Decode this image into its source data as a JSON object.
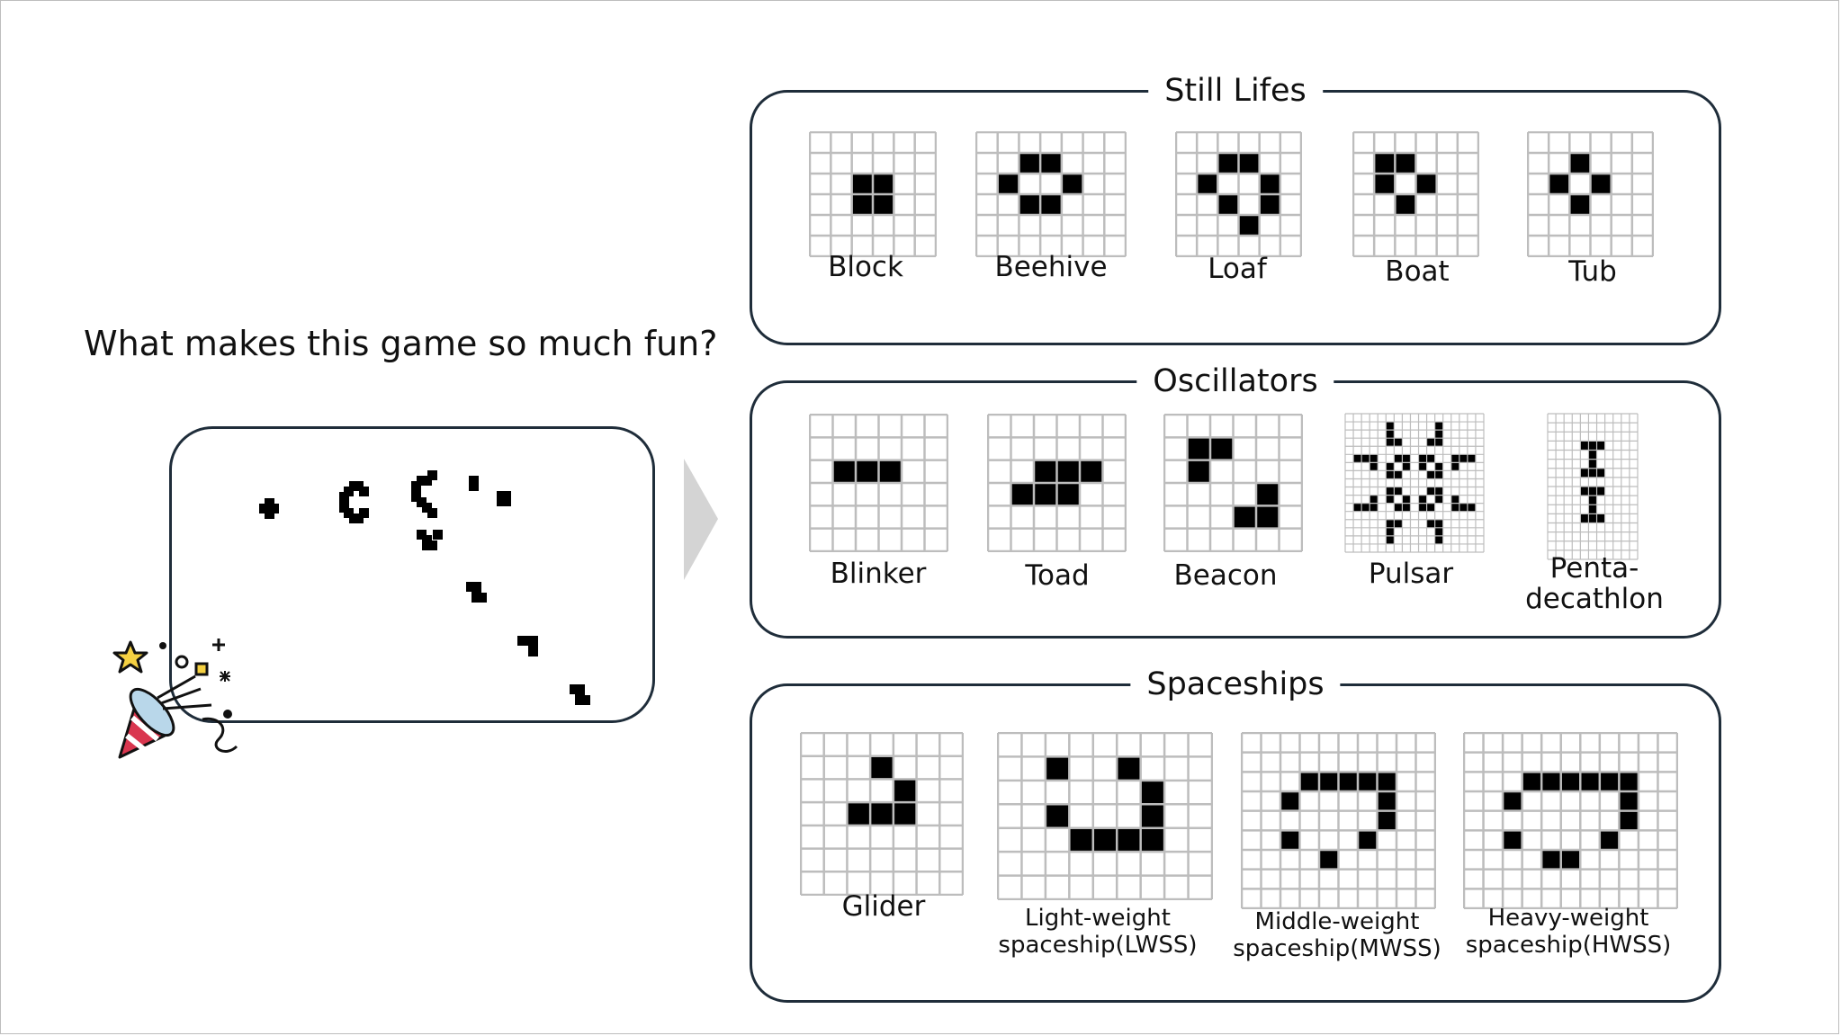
{
  "question": "What makes this game so much fun?",
  "icons": {
    "arrow": "chevron-right-arrow",
    "popper": "party-popper-icon"
  },
  "colors": {
    "border": "#1f2d3a",
    "grid_line": "#bdbdbd",
    "cell_alive": "#000000",
    "arrow": "#d4d4d4",
    "popper_red": "#d9364f",
    "popper_yellow": "#f5d142"
  },
  "categories": [
    {
      "id": "still-lifes",
      "title": "Still Lifes",
      "patterns": [
        {
          "id": "block",
          "label": "Block",
          "rows": 6,
          "cols": 6,
          "cells": [
            [
              2,
              2
            ],
            [
              2,
              3
            ],
            [
              3,
              2
            ],
            [
              3,
              3
            ]
          ]
        },
        {
          "id": "beehive",
          "label": "Beehive",
          "rows": 6,
          "cols": 7,
          "cells": [
            [
              1,
              2
            ],
            [
              1,
              3
            ],
            [
              2,
              1
            ],
            [
              2,
              4
            ],
            [
              3,
              2
            ],
            [
              3,
              3
            ]
          ]
        },
        {
          "id": "loaf",
          "label": "Loaf",
          "rows": 6,
          "cols": 6,
          "cells": [
            [
              1,
              2
            ],
            [
              1,
              3
            ],
            [
              2,
              1
            ],
            [
              2,
              4
            ],
            [
              3,
              2
            ],
            [
              3,
              4
            ],
            [
              4,
              3
            ]
          ]
        },
        {
          "id": "boat",
          "label": "Boat",
          "rows": 6,
          "cols": 6,
          "cells": [
            [
              1,
              1
            ],
            [
              1,
              2
            ],
            [
              2,
              1
            ],
            [
              2,
              3
            ],
            [
              3,
              2
            ]
          ]
        },
        {
          "id": "tub",
          "label": "Tub",
          "rows": 6,
          "cols": 6,
          "cells": [
            [
              1,
              2
            ],
            [
              2,
              1
            ],
            [
              2,
              3
            ],
            [
              3,
              2
            ]
          ]
        }
      ]
    },
    {
      "id": "oscillators",
      "title": "Oscillators",
      "patterns": [
        {
          "id": "blinker",
          "label": "Blinker",
          "rows": 6,
          "cols": 6,
          "cells": [
            [
              2,
              1
            ],
            [
              2,
              2
            ],
            [
              2,
              3
            ]
          ]
        },
        {
          "id": "toad",
          "label": "Toad",
          "rows": 6,
          "cols": 6,
          "cells": [
            [
              2,
              2
            ],
            [
              2,
              3
            ],
            [
              2,
              4
            ],
            [
              3,
              1
            ],
            [
              3,
              2
            ],
            [
              3,
              3
            ]
          ]
        },
        {
          "id": "beacon",
          "label": "Beacon",
          "rows": 6,
          "cols": 6,
          "cells": [
            [
              1,
              1
            ],
            [
              1,
              2
            ],
            [
              2,
              1
            ],
            [
              3,
              4
            ],
            [
              4,
              3
            ],
            [
              4,
              4
            ]
          ]
        },
        {
          "id": "pulsar",
          "label": "Pulsar",
          "rows": 17,
          "cols": 17,
          "cells": [
            [
              1,
              5
            ],
            [
              2,
              5
            ],
            [
              3,
              5
            ],
            [
              3,
              6
            ],
            [
              1,
              11
            ],
            [
              2,
              11
            ],
            [
              3,
              11
            ],
            [
              3,
              10
            ],
            [
              5,
              1
            ],
            [
              5,
              2
            ],
            [
              5,
              3
            ],
            [
              6,
              3
            ],
            [
              5,
              6
            ],
            [
              5,
              7
            ],
            [
              6,
              5
            ],
            [
              6,
              7
            ],
            [
              7,
              5
            ],
            [
              7,
              6
            ],
            [
              5,
              9
            ],
            [
              5,
              10
            ],
            [
              6,
              9
            ],
            [
              6,
              11
            ],
            [
              7,
              10
            ],
            [
              7,
              11
            ],
            [
              5,
              13
            ],
            [
              5,
              14
            ],
            [
              5,
              15
            ],
            [
              6,
              13
            ],
            [
              9,
              5
            ],
            [
              9,
              6
            ],
            [
              10,
              5
            ],
            [
              10,
              7
            ],
            [
              11,
              6
            ],
            [
              11,
              7
            ],
            [
              9,
              10
            ],
            [
              9,
              11
            ],
            [
              10,
              9
            ],
            [
              10,
              11
            ],
            [
              11,
              9
            ],
            [
              11,
              10
            ],
            [
              10,
              3
            ],
            [
              11,
              1
            ],
            [
              11,
              2
            ],
            [
              11,
              3
            ],
            [
              10,
              13
            ],
            [
              11,
              13
            ],
            [
              11,
              14
            ],
            [
              11,
              15
            ],
            [
              13,
              5
            ],
            [
              13,
              6
            ],
            [
              14,
              5
            ],
            [
              15,
              5
            ],
            [
              13,
              10
            ],
            [
              13,
              11
            ],
            [
              14,
              11
            ],
            [
              15,
              11
            ]
          ]
        },
        {
          "id": "pentadecathlon",
          "label": "Penta-\ndecathlon",
          "rows": 16,
          "cols": 11,
          "cells": [
            [
              3,
              4
            ],
            [
              3,
              5
            ],
            [
              3,
              6
            ],
            [
              4,
              5
            ],
            [
              5,
              5
            ],
            [
              6,
              4
            ],
            [
              6,
              5
            ],
            [
              6,
              6
            ],
            [
              8,
              4
            ],
            [
              8,
              5
            ],
            [
              8,
              6
            ],
            [
              9,
              5
            ],
            [
              10,
              5
            ],
            [
              11,
              4
            ],
            [
              11,
              5
            ],
            [
              11,
              6
            ]
          ]
        }
      ]
    },
    {
      "id": "spaceships",
      "title": "Spaceships",
      "patterns": [
        {
          "id": "glider",
          "label": "Glider",
          "rows": 7,
          "cols": 7,
          "cells": [
            [
              1,
              3
            ],
            [
              2,
              4
            ],
            [
              3,
              2
            ],
            [
              3,
              3
            ],
            [
              3,
              4
            ]
          ]
        },
        {
          "id": "lwss",
          "label": "Light-weight\nspaceship(LWSS)",
          "rows": 7,
          "cols": 9,
          "cells": [
            [
              1,
              2
            ],
            [
              1,
              5
            ],
            [
              2,
              6
            ],
            [
              3,
              2
            ],
            [
              3,
              6
            ],
            [
              4,
              3
            ],
            [
              4,
              4
            ],
            [
              4,
              5
            ],
            [
              4,
              6
            ]
          ]
        },
        {
          "id": "mwss",
          "label": "Middle-weight\nspaceship(MWSS)",
          "rows": 9,
          "cols": 10,
          "cells": [
            [
              2,
              3
            ],
            [
              2,
              4
            ],
            [
              2,
              5
            ],
            [
              2,
              6
            ],
            [
              2,
              7
            ],
            [
              3,
              2
            ],
            [
              3,
              7
            ],
            [
              4,
              7
            ],
            [
              5,
              2
            ],
            [
              5,
              6
            ],
            [
              6,
              4
            ]
          ]
        },
        {
          "id": "hwss",
          "label": "Heavy-weight\nspaceship(HWSS)",
          "rows": 9,
          "cols": 11,
          "cells": [
            [
              2,
              3
            ],
            [
              2,
              4
            ],
            [
              2,
              5
            ],
            [
              2,
              6
            ],
            [
              2,
              7
            ],
            [
              2,
              8
            ],
            [
              3,
              2
            ],
            [
              3,
              8
            ],
            [
              4,
              8
            ],
            [
              5,
              2
            ],
            [
              5,
              7
            ],
            [
              6,
              4
            ],
            [
              6,
              5
            ]
          ]
        }
      ]
    }
  ],
  "simulation_cells": [
    [
      293,
      565
    ],
    [
      299,
      559
    ],
    [
      304,
      565
    ],
    [
      299,
      571
    ],
    [
      387,
      546
    ],
    [
      393,
      540
    ],
    [
      398,
      540
    ],
    [
      382,
      552
    ],
    [
      382,
      558
    ],
    [
      404,
      546
    ],
    [
      387,
      570
    ],
    [
      393,
      576
    ],
    [
      398,
      576
    ],
    [
      382,
      564
    ],
    [
      404,
      570
    ],
    [
      462,
      540
    ],
    [
      468,
      534
    ],
    [
      474,
      534
    ],
    [
      480,
      528
    ],
    [
      462,
      546
    ],
    [
      462,
      552
    ],
    [
      468,
      558
    ],
    [
      474,
      564
    ],
    [
      480,
      570
    ],
    [
      468,
      594
    ],
    [
      474,
      600
    ],
    [
      480,
      606
    ],
    [
      474,
      606
    ],
    [
      486,
      594
    ],
    [
      526,
      534
    ],
    [
      526,
      540
    ],
    [
      557,
      551
    ],
    [
      562,
      551
    ],
    [
      557,
      557
    ],
    [
      562,
      557
    ],
    [
      523,
      652
    ],
    [
      529,
      652
    ],
    [
      529,
      658
    ],
    [
      535,
      664
    ],
    [
      529,
      664
    ],
    [
      580,
      712
    ],
    [
      586,
      712
    ],
    [
      592,
      712
    ],
    [
      592,
      718
    ],
    [
      592,
      724
    ],
    [
      638,
      766
    ],
    [
      644,
      766
    ],
    [
      644,
      772
    ],
    [
      650,
      778
    ],
    [
      644,
      778
    ]
  ]
}
